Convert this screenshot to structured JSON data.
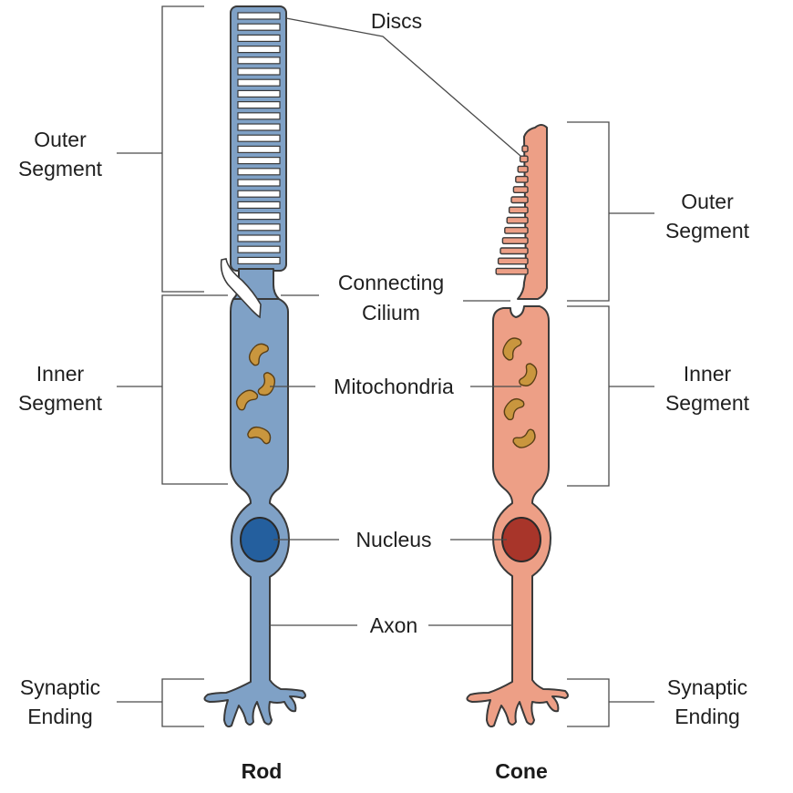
{
  "colors": {
    "rod_fill": "#7fa1c6",
    "rod_nucleus": "#245f9e",
    "cone_fill": "#ed9f86",
    "cone_nucleus": "#a8352a",
    "mito_fill": "#c9963e",
    "disc_fill": "#ffffff"
  },
  "labels": {
    "discs": "Discs",
    "connecting": "Connecting",
    "cilium": "Cilium",
    "mitochondria": "Mitochondria",
    "nucleus": "Nucleus",
    "axon": "Axon",
    "rod_outer_1": "Outer",
    "rod_outer_2": "Segment",
    "rod_inner_1": "Inner",
    "rod_inner_2": "Segment",
    "rod_syn_1": "Synaptic",
    "rod_syn_2": "Ending",
    "cone_outer_1": "Outer",
    "cone_outer_2": "Segment",
    "cone_inner_1": "Inner",
    "cone_inner_2": "Segment",
    "cone_syn_1": "Synaptic",
    "cone_syn_2": "Ending"
  },
  "titles": {
    "rod": "Rod",
    "cone": "Cone"
  }
}
